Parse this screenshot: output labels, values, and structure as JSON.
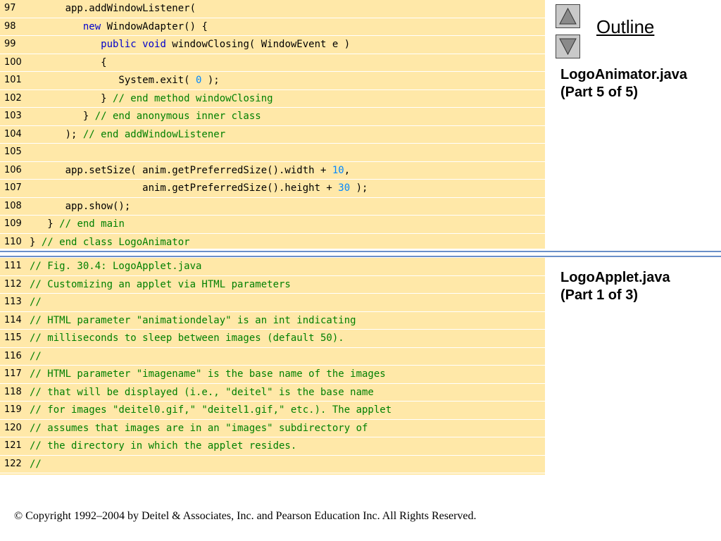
{
  "outline": {
    "label": "Outline"
  },
  "side_labels": {
    "part5_line1": "LogoAnimator.java",
    "part5_line2": "(Part 5 of 5)",
    "part1_line1": "LogoApplet.java",
    "part1_line2": "(Part 1 of 3)"
  },
  "code_panel_1": [
    {
      "num": "97",
      "segs": [
        {
          "t": "      app.addWindowListener(",
          "c": "p"
        }
      ]
    },
    {
      "num": "98",
      "segs": [
        {
          "t": "         ",
          "c": "p"
        },
        {
          "t": "new",
          "c": "k"
        },
        {
          "t": " WindowAdapter() {",
          "c": "p"
        }
      ]
    },
    {
      "num": "99",
      "segs": [
        {
          "t": "            ",
          "c": "p"
        },
        {
          "t": "public void",
          "c": "k"
        },
        {
          "t": " windowClosing( WindowEvent e )",
          "c": "p"
        }
      ]
    },
    {
      "num": "100",
      "segs": [
        {
          "t": "            {",
          "c": "p"
        }
      ]
    },
    {
      "num": "101",
      "segs": [
        {
          "t": "               System.exit( ",
          "c": "p"
        },
        {
          "t": "0",
          "c": "n"
        },
        {
          "t": " );",
          "c": "p"
        }
      ]
    },
    {
      "num": "102",
      "segs": [
        {
          "t": "            } ",
          "c": "p"
        },
        {
          "t": "// end method windowClosing",
          "c": "g"
        }
      ]
    },
    {
      "num": "103",
      "segs": [
        {
          "t": "         } ",
          "c": "p"
        },
        {
          "t": "// end anonymous inner class",
          "c": "g"
        }
      ]
    },
    {
      "num": "104",
      "segs": [
        {
          "t": "      ); ",
          "c": "p"
        },
        {
          "t": "// end addWindowListener",
          "c": "g"
        }
      ]
    },
    {
      "num": "105",
      "segs": [
        {
          "t": "",
          "c": "p"
        }
      ]
    },
    {
      "num": "106",
      "segs": [
        {
          "t": "      app.setSize( anim.getPreferredSize().width + ",
          "c": "p"
        },
        {
          "t": "10",
          "c": "n"
        },
        {
          "t": ",",
          "c": "p"
        }
      ]
    },
    {
      "num": "107",
      "segs": [
        {
          "t": "                   anim.getPreferredSize().height + ",
          "c": "p"
        },
        {
          "t": "30",
          "c": "n"
        },
        {
          "t": " );",
          "c": "p"
        }
      ]
    },
    {
      "num": "108",
      "segs": [
        {
          "t": "      app.show();",
          "c": "p"
        }
      ]
    },
    {
      "num": "109",
      "segs": [
        {
          "t": "   } ",
          "c": "p"
        },
        {
          "t": "// end main",
          "c": "g"
        }
      ]
    },
    {
      "num": "110",
      "segs": [
        {
          "t": "} ",
          "c": "p"
        },
        {
          "t": "// end class LogoAnimator",
          "c": "g"
        }
      ]
    }
  ],
  "code_panel_2": [
    {
      "num": "111",
      "segs": [
        {
          "t": "// Fig. 30.4: LogoApplet.java",
          "c": "g"
        }
      ]
    },
    {
      "num": "112",
      "segs": [
        {
          "t": "// Customizing an applet via HTML parameters",
          "c": "g"
        }
      ]
    },
    {
      "num": "113",
      "segs": [
        {
          "t": "//",
          "c": "g"
        }
      ]
    },
    {
      "num": "114",
      "segs": [
        {
          "t": "// HTML parameter \"animationdelay\" is an int indicating",
          "c": "g"
        }
      ]
    },
    {
      "num": "115",
      "segs": [
        {
          "t": "// milliseconds to sleep between images (default 50).",
          "c": "g"
        }
      ]
    },
    {
      "num": "116",
      "segs": [
        {
          "t": "//",
          "c": "g"
        }
      ]
    },
    {
      "num": "117",
      "segs": [
        {
          "t": "// HTML parameter \"imagename\" is the base name of the images",
          "c": "g"
        }
      ]
    },
    {
      "num": "118",
      "segs": [
        {
          "t": "// that will be displayed (i.e., \"deitel\" is the base name",
          "c": "g"
        }
      ]
    },
    {
      "num": "119",
      "segs": [
        {
          "t": "// for images \"deitel0.gif,\" \"deitel1.gif,\" etc.). The applet",
          "c": "g"
        }
      ]
    },
    {
      "num": "120",
      "segs": [
        {
          "t": "// assumes that images are in an \"images\" subdirectory of",
          "c": "g"
        }
      ]
    },
    {
      "num": "121",
      "segs": [
        {
          "t": "// the directory in which the applet resides.",
          "c": "g"
        }
      ]
    },
    {
      "num": "122",
      "segs": [
        {
          "t": "//",
          "c": "g"
        }
      ]
    }
  ],
  "footer": {
    "copyright": "© Copyright 1992–2004 by Deitel & Associates, Inc. and Pearson Education Inc. All Rights Reserved."
  },
  "colors": {
    "code_background": "#ffe8a8",
    "keyword": "#0000cc",
    "comment": "#008000",
    "number": "#0088ff",
    "separator": "#6a8fc9"
  },
  "icons": {
    "up": "triangle-up-icon",
    "down": "triangle-down-icon"
  }
}
